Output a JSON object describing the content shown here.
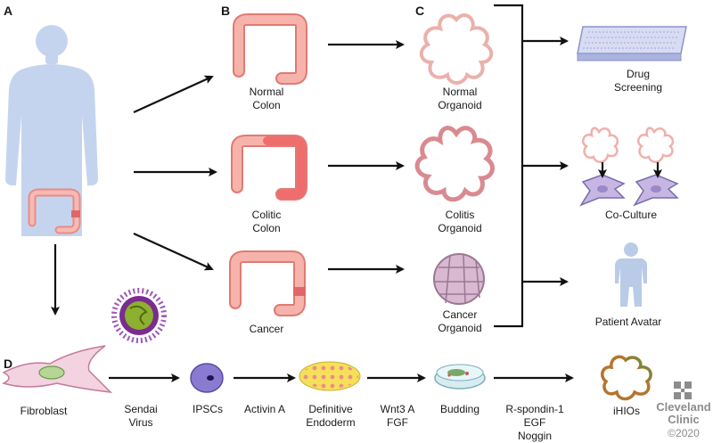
{
  "panels": {
    "a": "A",
    "b": "B",
    "c": "C",
    "d": "D"
  },
  "colon": {
    "normal": [
      "Normal",
      "Colon"
    ],
    "colitic": [
      "Colitic",
      "Colon"
    ],
    "cancer": [
      "Cancer"
    ]
  },
  "organoid": {
    "normal": [
      "Normal",
      "Organoid"
    ],
    "colitis": [
      "Colitis",
      "Organoid"
    ],
    "cancer": [
      "Cancer",
      "Organoid"
    ]
  },
  "applications": {
    "drug": [
      "Drug",
      "Screening"
    ],
    "coculture": [
      "Co-Culture"
    ],
    "avatar": [
      "Patient Avatar"
    ]
  },
  "pathway": {
    "fibroblast": [
      "Fibroblast"
    ],
    "sendai": [
      "Sendai",
      "Virus"
    ],
    "ipscs": [
      "IPSCs"
    ],
    "activin": [
      "Activin A"
    ],
    "endoderm": [
      "Definitive",
      "Endoderm"
    ],
    "wnt": [
      "Wnt3 A",
      "FGF"
    ],
    "budding": [
      "Budding"
    ],
    "rspondin": [
      "R-spondin-1",
      "EGF",
      "Noggin"
    ],
    "ihios": [
      "iHIOs"
    ]
  },
  "logo": {
    "line1": "Cleveland",
    "line2": "Clinic",
    "line3": "©2020"
  },
  "colors": {
    "silhouette": "#c5d4ee",
    "colon_fill": "#f3a9a2",
    "colon_stroke": "#e07a72",
    "arrow": "#111111",
    "logo": "#8c8c8c"
  }
}
